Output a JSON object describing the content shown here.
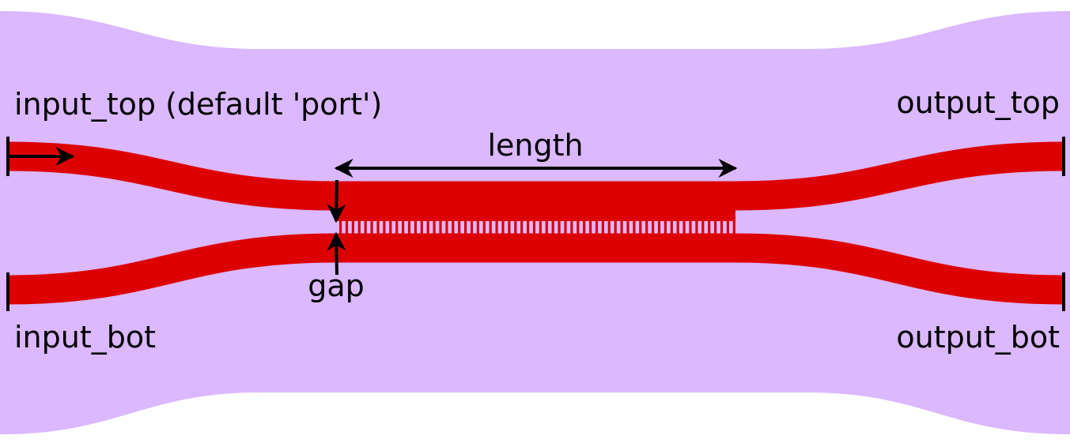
{
  "colors": {
    "cladding": "#dbb8ff",
    "waveguide": "#dd0000",
    "annotation": "#000000",
    "background": "#ffffff"
  },
  "labels": {
    "input_top": "input_top (default 'port')",
    "input_bot": "input_bot",
    "output_top": "output_top",
    "output_bot": "output_bot",
    "length": "length",
    "gap": "gap"
  }
}
